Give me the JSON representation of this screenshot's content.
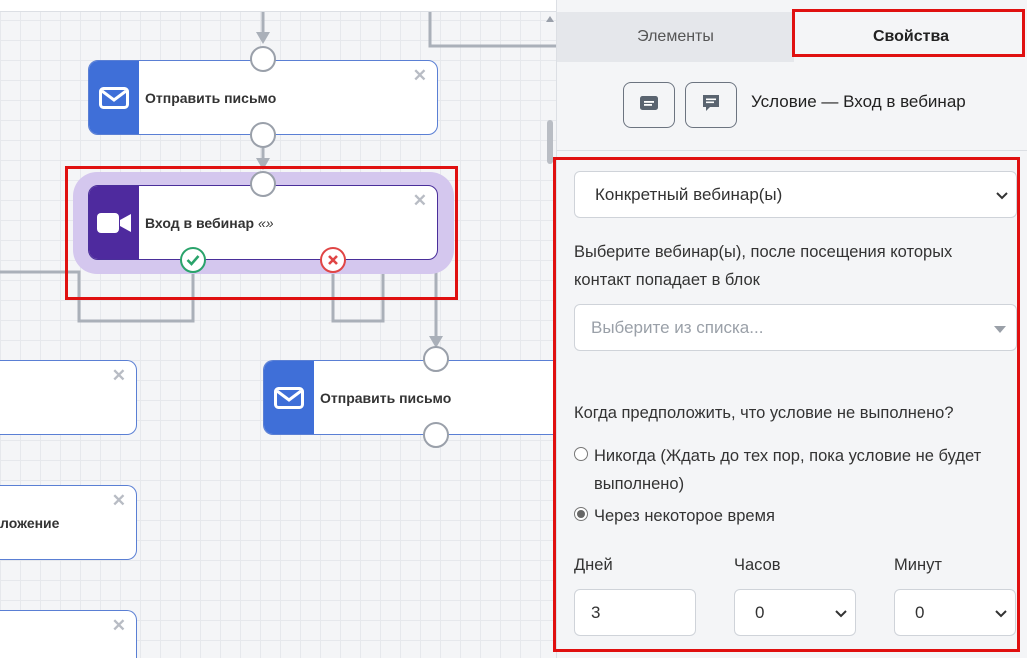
{
  "canvas": {
    "nodes": {
      "send_letter_top": "Отправить письмо",
      "webinar": "Вход в вебинар",
      "webinar_suffix": "«»",
      "send_letter_right": "Отправить письмо",
      "partial_middle": "ложение"
    },
    "close_glyph": "✕"
  },
  "panel": {
    "tabs": {
      "elements": "Элементы",
      "properties": "Свойства"
    },
    "block_title": "Условие — Вход в вебинар",
    "webinar_mode": "Конкретный вебинар(ы)",
    "choose_label": "Выберите вебинар(ы), после посещения которых контакт попадает в блок",
    "choose_placeholder": "Выберите из списка...",
    "fail_question": "Когда предположить, что условие не выполнено?",
    "radio_never": "Никогда (Ждать до тех пор, пока условие не будет выполнено)",
    "radio_after": "Через некоторое время",
    "days_label": "Дней",
    "hours_label": "Часов",
    "minutes_label": "Минут",
    "days_value": "3",
    "hours_value": "0",
    "minutes_value": "0"
  },
  "colors": {
    "email_node": "#3f6fd8",
    "webinar_node": "#4e2a9e",
    "highlight": "#e01010",
    "success": "#2aa36b",
    "fail": "#e04545"
  },
  "icons": [
    "envelope-icon",
    "video-camera-icon",
    "check-icon",
    "cross-icon",
    "close-icon",
    "chevron-down-icon",
    "text-block-icon",
    "comment-icon"
  ]
}
